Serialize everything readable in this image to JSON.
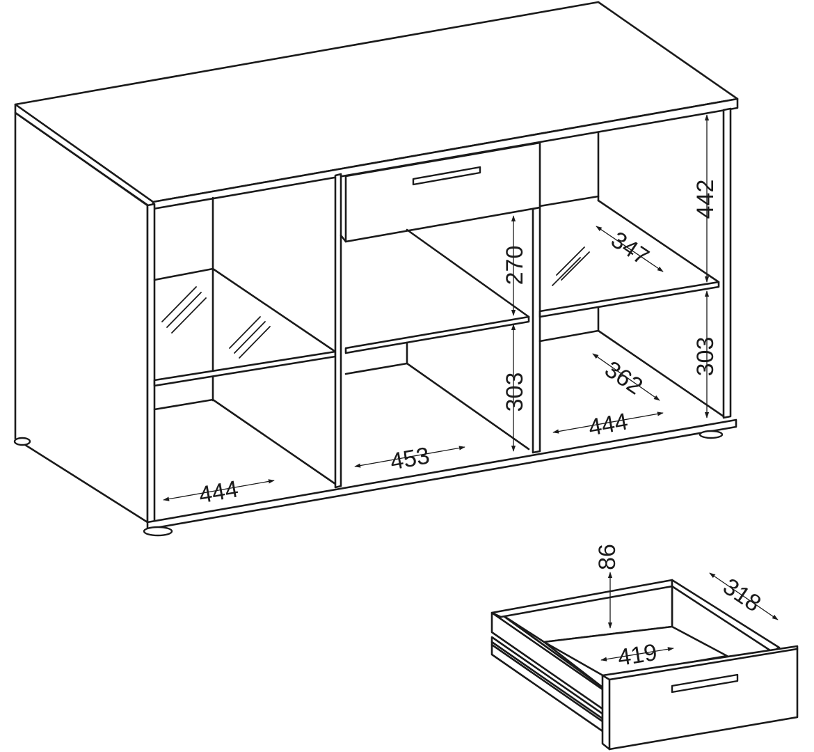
{
  "dimensions": {
    "left_width": "444",
    "center_width": "453",
    "right_width": "444",
    "center_upper_height": "270",
    "center_lower_height": "303",
    "right_upper_height": "442",
    "right_lower_height": "303",
    "right_upper_depth": "347",
    "right_lower_depth": "362",
    "drawer_height": "86",
    "drawer_depth": "318",
    "drawer_inner_width": "419"
  },
  "colors": {
    "line": "#1a1a1a",
    "background": "#ffffff"
  }
}
